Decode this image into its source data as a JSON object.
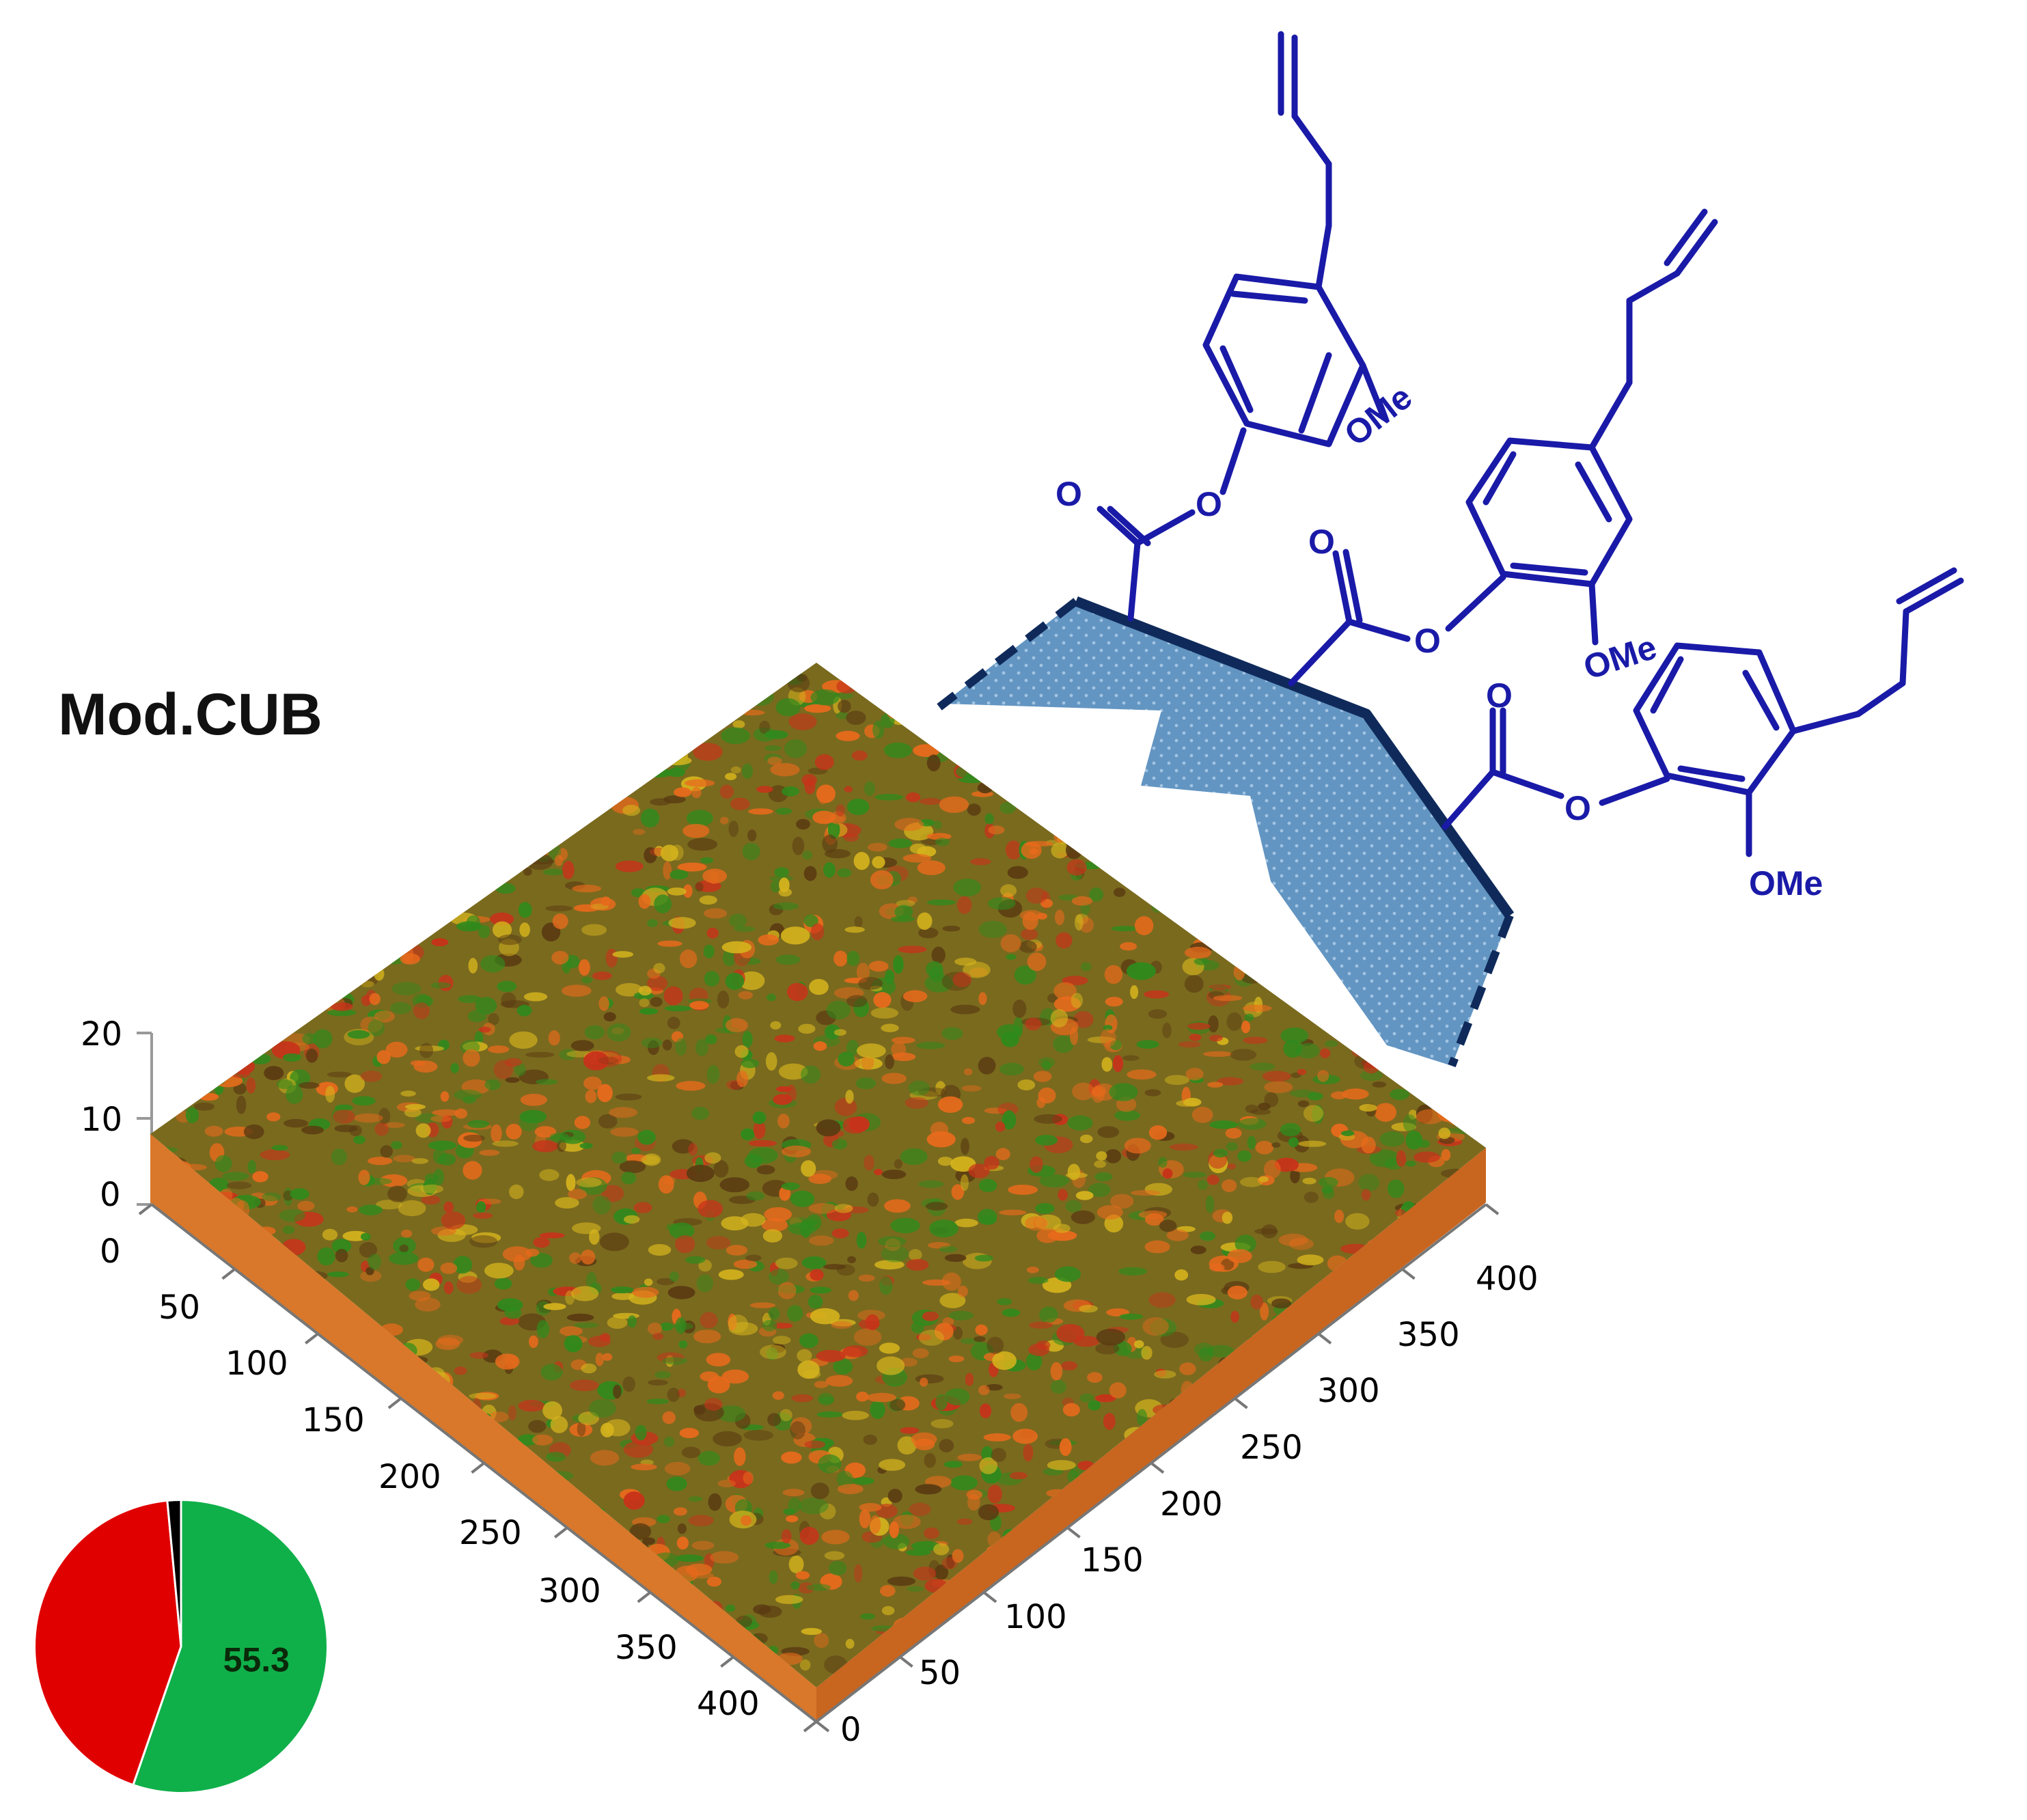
{
  "figure": {
    "title": "Mod.CUB",
    "surface_plot": {
      "z_axis_ticks": [
        "0",
        "10",
        "20"
      ],
      "left_axis_ticks": [
        "0",
        "50",
        "100",
        "150",
        "200",
        "250",
        "300",
        "350",
        "400"
      ],
      "right_axis_ticks": [
        "0",
        "50",
        "100",
        "150",
        "200",
        "250",
        "300",
        "350",
        "400"
      ],
      "colors": {
        "green": "#2f8a1d",
        "orange": "#e86a1c",
        "yellow": "#d4b31d",
        "red": "#c8321a"
      }
    },
    "chemistry": {
      "color": "#1a1aa8",
      "backbone_color": "#0f2a5a",
      "fill_color": "#5b8fbf",
      "labels": {
        "ome_1": "OMe",
        "ome_2": "OMe",
        "ome_3": "OMe",
        "o_carbonyl_1": "O",
        "o_ester_1": "O",
        "o_carbonyl_2": "O",
        "o_ester_2": "O",
        "o_carbonyl_3": "O",
        "o_ester_3": "O"
      }
    }
  },
  "chart_data": {
    "type": "pie",
    "slices": [
      {
        "value": 55.3,
        "color": "#0fb04a",
        "label": "55.3"
      },
      {
        "value": 43.2,
        "color": "#e00000"
      },
      {
        "value": 1.5,
        "color": "#000000"
      }
    ]
  }
}
